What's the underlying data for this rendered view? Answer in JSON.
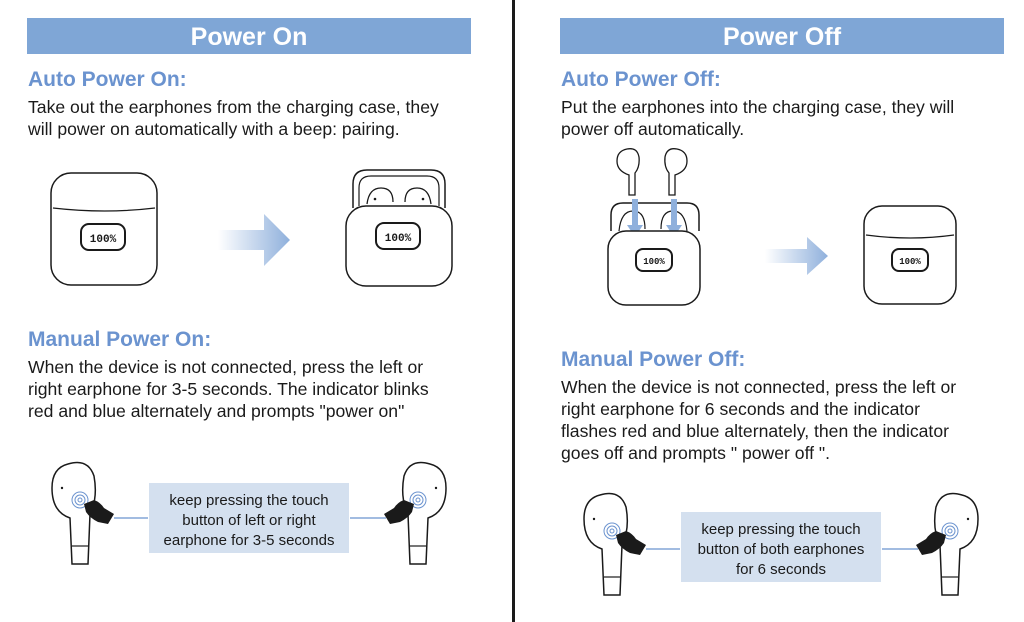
{
  "left": {
    "banner": "Power On",
    "auto_heading": "Auto Power On:",
    "auto_text": [
      "Take out the earphones from the charging case, they",
      "will power on automatically with a beep: pairing."
    ],
    "manual_heading": "Manual Power On:",
    "manual_text": [
      "When the device is not connected, press the left or",
      "right earphone for 3-5 seconds. The indicator blinks",
      "red and blue alternately and prompts \"power on\""
    ],
    "callout": [
      "keep pressing the touch",
      "button of left or right",
      "earphone for 3-5 seconds"
    ],
    "case_display": "100%"
  },
  "right": {
    "banner": "Power Off",
    "auto_heading": "Auto Power Off:",
    "auto_text": [
      "Put the earphones into the charging case, they will",
      "power off automatically."
    ],
    "manual_heading": "Manual Power Off:",
    "manual_text": [
      "When the device is not connected, press the left or",
      "right earphone for 6 seconds and the indicator",
      "flashes red and blue alternately, then the indicator",
      "goes off and prompts \" power off \"."
    ],
    "callout": [
      "keep pressing the touch",
      "button of both earphones",
      "for 6 seconds"
    ],
    "case_display": "100%"
  },
  "colors": {
    "banner": "#7fa6d6",
    "heading": "#6b93cf",
    "callout_bg": "#d4e0ef",
    "arrow": "#8fb0dc"
  }
}
